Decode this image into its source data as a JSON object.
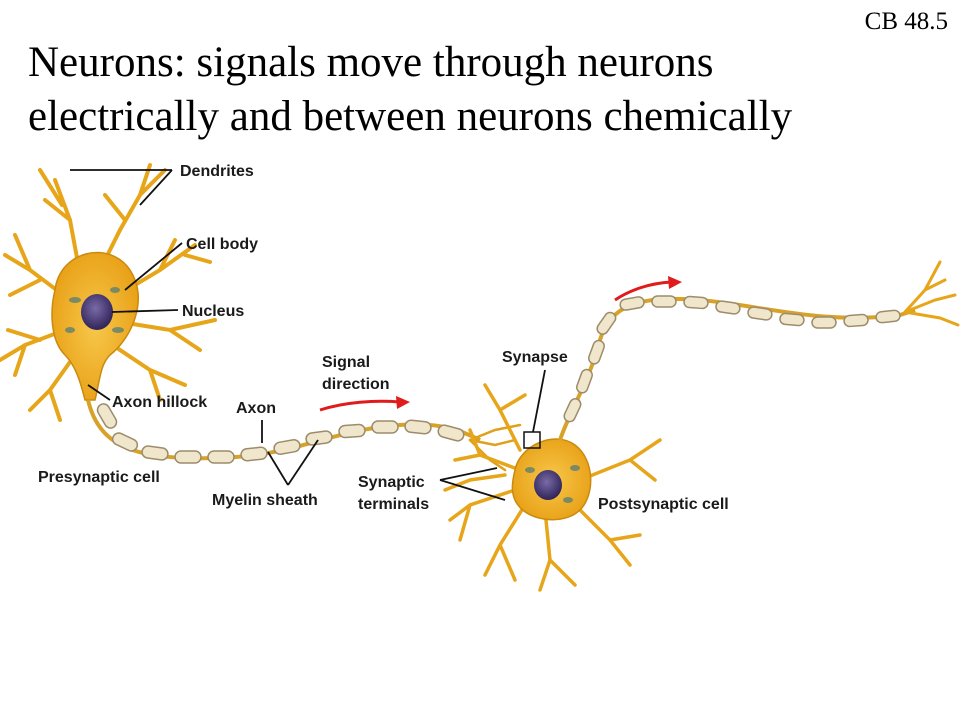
{
  "corner_tag": "CB 48.5",
  "title": {
    "line1": "Neurons:  signals move through neurons",
    "line2": "electrically and between neurons chemically"
  },
  "labels": {
    "dendrites": "Dendrites",
    "cell_body": "Cell body",
    "nucleus": "Nucleus",
    "signal_direction_line1": "Signal",
    "signal_direction_line2": "direction",
    "synapse": "Synapse",
    "axon_hillock": "Axon hillock",
    "axon": "Axon",
    "presynaptic_cell": "Presynaptic cell",
    "myelin_sheath": "Myelin sheath",
    "synaptic_terminals_line1": "Synaptic",
    "synaptic_terminals_line2": "terminals",
    "postsynaptic_cell": "Postsynaptic cell"
  },
  "colors": {
    "cell": "#f3b41d",
    "cell_edge": "#b8860b",
    "nucleus": "#4b3a7a",
    "myelin": "#efe6cf",
    "arrow": "#e11b1b"
  }
}
